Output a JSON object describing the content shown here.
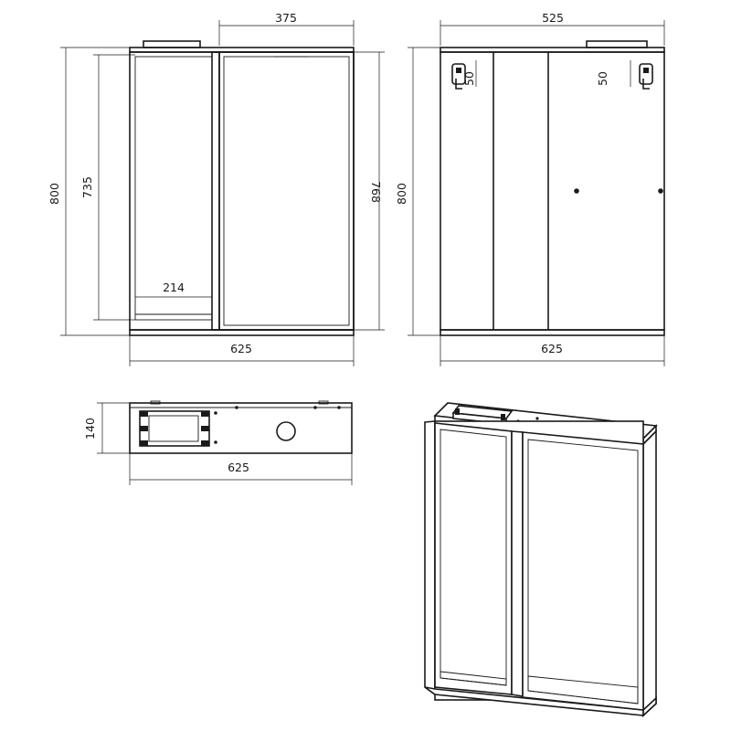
{
  "front_view": {
    "dim_top": "375",
    "dim_left_outer": "800",
    "dim_left_inner": "735",
    "dim_right": "768",
    "dim_shelf": "214",
    "dim_bottom": "625"
  },
  "back_view": {
    "dim_top": "525",
    "dim_left": "800",
    "dim_hanger_left": "50",
    "dim_hanger_right": "50",
    "dim_bottom": "625"
  },
  "top_view": {
    "dim_depth": "140",
    "dim_width": "625"
  },
  "colors": {
    "line": "#1a1a1a",
    "background": "#ffffff"
  }
}
